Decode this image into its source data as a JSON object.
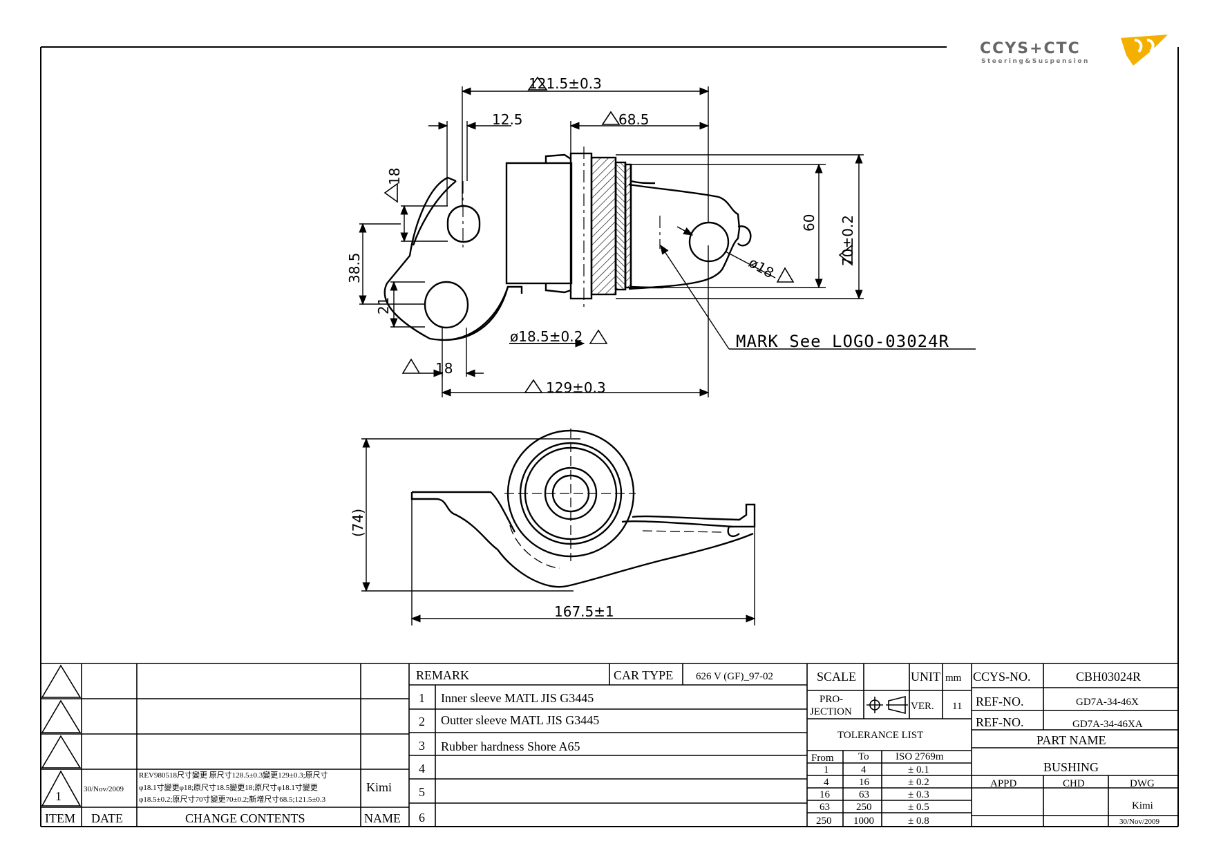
{
  "logo": {
    "brand": "CCYS+CTC",
    "tagline": "Steering&Suspension"
  },
  "dimensions": {
    "d121": "121.5±0.3",
    "d12": "12.5",
    "d68": "68.5",
    "d18v": "18",
    "d385": "38.5",
    "d21": "21",
    "d60": "60",
    "d70": "70±0.2",
    "dia18": "ø18",
    "dia185": "ø18.5±0.2",
    "d18h": "18",
    "d129": "129±0.3",
    "d74": "(74)",
    "d167": "167.5±1",
    "mark": "MARK See LOGO-03024R"
  },
  "revision": {
    "headers": {
      "item": "ITEM",
      "date": "DATE",
      "change": "CHANGE CONTENTS",
      "name": "NAME"
    },
    "rev1": {
      "item": "1",
      "date": "30/Nov/2009",
      "line1": "REV980518尺寸變更 原尺寸128.5±0.3變更129±0.3;原尺寸",
      "line2": "φ18.1寸變更φ18;原尺寸18.5變更18;原尺寸φ18.1寸變更",
      "line3": "φ18.5±0.2;原尺寸70寸變更70±0.2;新增尺寸68.5;121.5±0.3",
      "name": "Kimi"
    }
  },
  "remarks": {
    "header": "REMARK",
    "car_type_label": "CAR TYPE",
    "car_type": "626 V (GF)_97-02",
    "rows": [
      {
        "n": "1",
        "text": "Inner sleeve MATL JIS G3445"
      },
      {
        "n": "2",
        "text": "Outter sleeve MATL JIS G3445"
      },
      {
        "n": "3",
        "text": "Rubber hardness Shore A65"
      },
      {
        "n": "4",
        "text": ""
      },
      {
        "n": "5",
        "text": ""
      },
      {
        "n": "6",
        "text": ""
      }
    ]
  },
  "scale_block": {
    "scale": "SCALE",
    "unit": "UNIT",
    "mm": "mm",
    "projection1": "PRO-",
    "projection2": "JECTION",
    "ver_label": "VER.",
    "ver": "11",
    "tolerance_title": "TOLERANCE LIST",
    "from": "From",
    "to": "To",
    "iso": "ISO 2769m",
    "tolerances": [
      {
        "from": "1",
        "to": "4",
        "tol": "± 0.1"
      },
      {
        "from": "4",
        "to": "16",
        "tol": "± 0.2"
      },
      {
        "from": "16",
        "to": "63",
        "tol": "± 0.3"
      },
      {
        "from": "63",
        "to": "250",
        "tol": "± 0.5"
      },
      {
        "from": "250",
        "to": "1000",
        "tol": "± 0.8"
      }
    ]
  },
  "part_block": {
    "ccys_label": "CCYS-NO.",
    "ccys": "CBH03024R",
    "ref_label1": "REF-NO.",
    "ref1": "GD7A-34-46X",
    "ref_label2": "REF-NO.",
    "ref2": "GD7A-34-46XA",
    "part_name_label": "PART NAME",
    "part_name": "BUSHING",
    "appd": "APPD",
    "chd": "CHD",
    "dwg": "DWG",
    "drawer": "Kimi",
    "date": "30/Nov/2009"
  }
}
